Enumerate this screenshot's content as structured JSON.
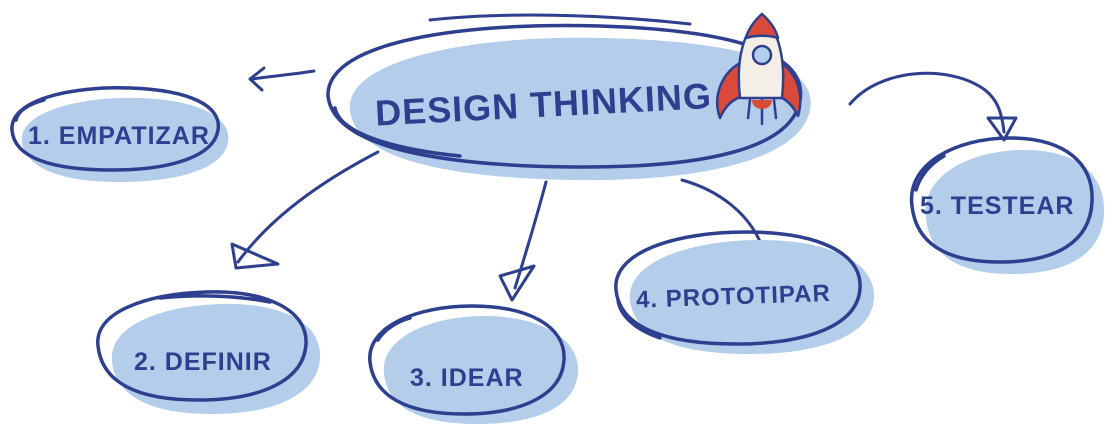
{
  "central": {
    "label": "DESIGN THINKING"
  },
  "steps": [
    {
      "label": "1. EMPATIZAR"
    },
    {
      "label": "2. DEFINIR"
    },
    {
      "label": "3. IDEAR"
    },
    {
      "label": "4. PROTOTIPAR"
    },
    {
      "label": "5. TESTEAR"
    }
  ],
  "icons": {
    "rocket": "rocket-icon"
  },
  "colors": {
    "ink": "#2f3f8f",
    "fill": "#b3cdea",
    "rocket_red": "#d94a3a",
    "rocket_body": "#f3efe6"
  }
}
